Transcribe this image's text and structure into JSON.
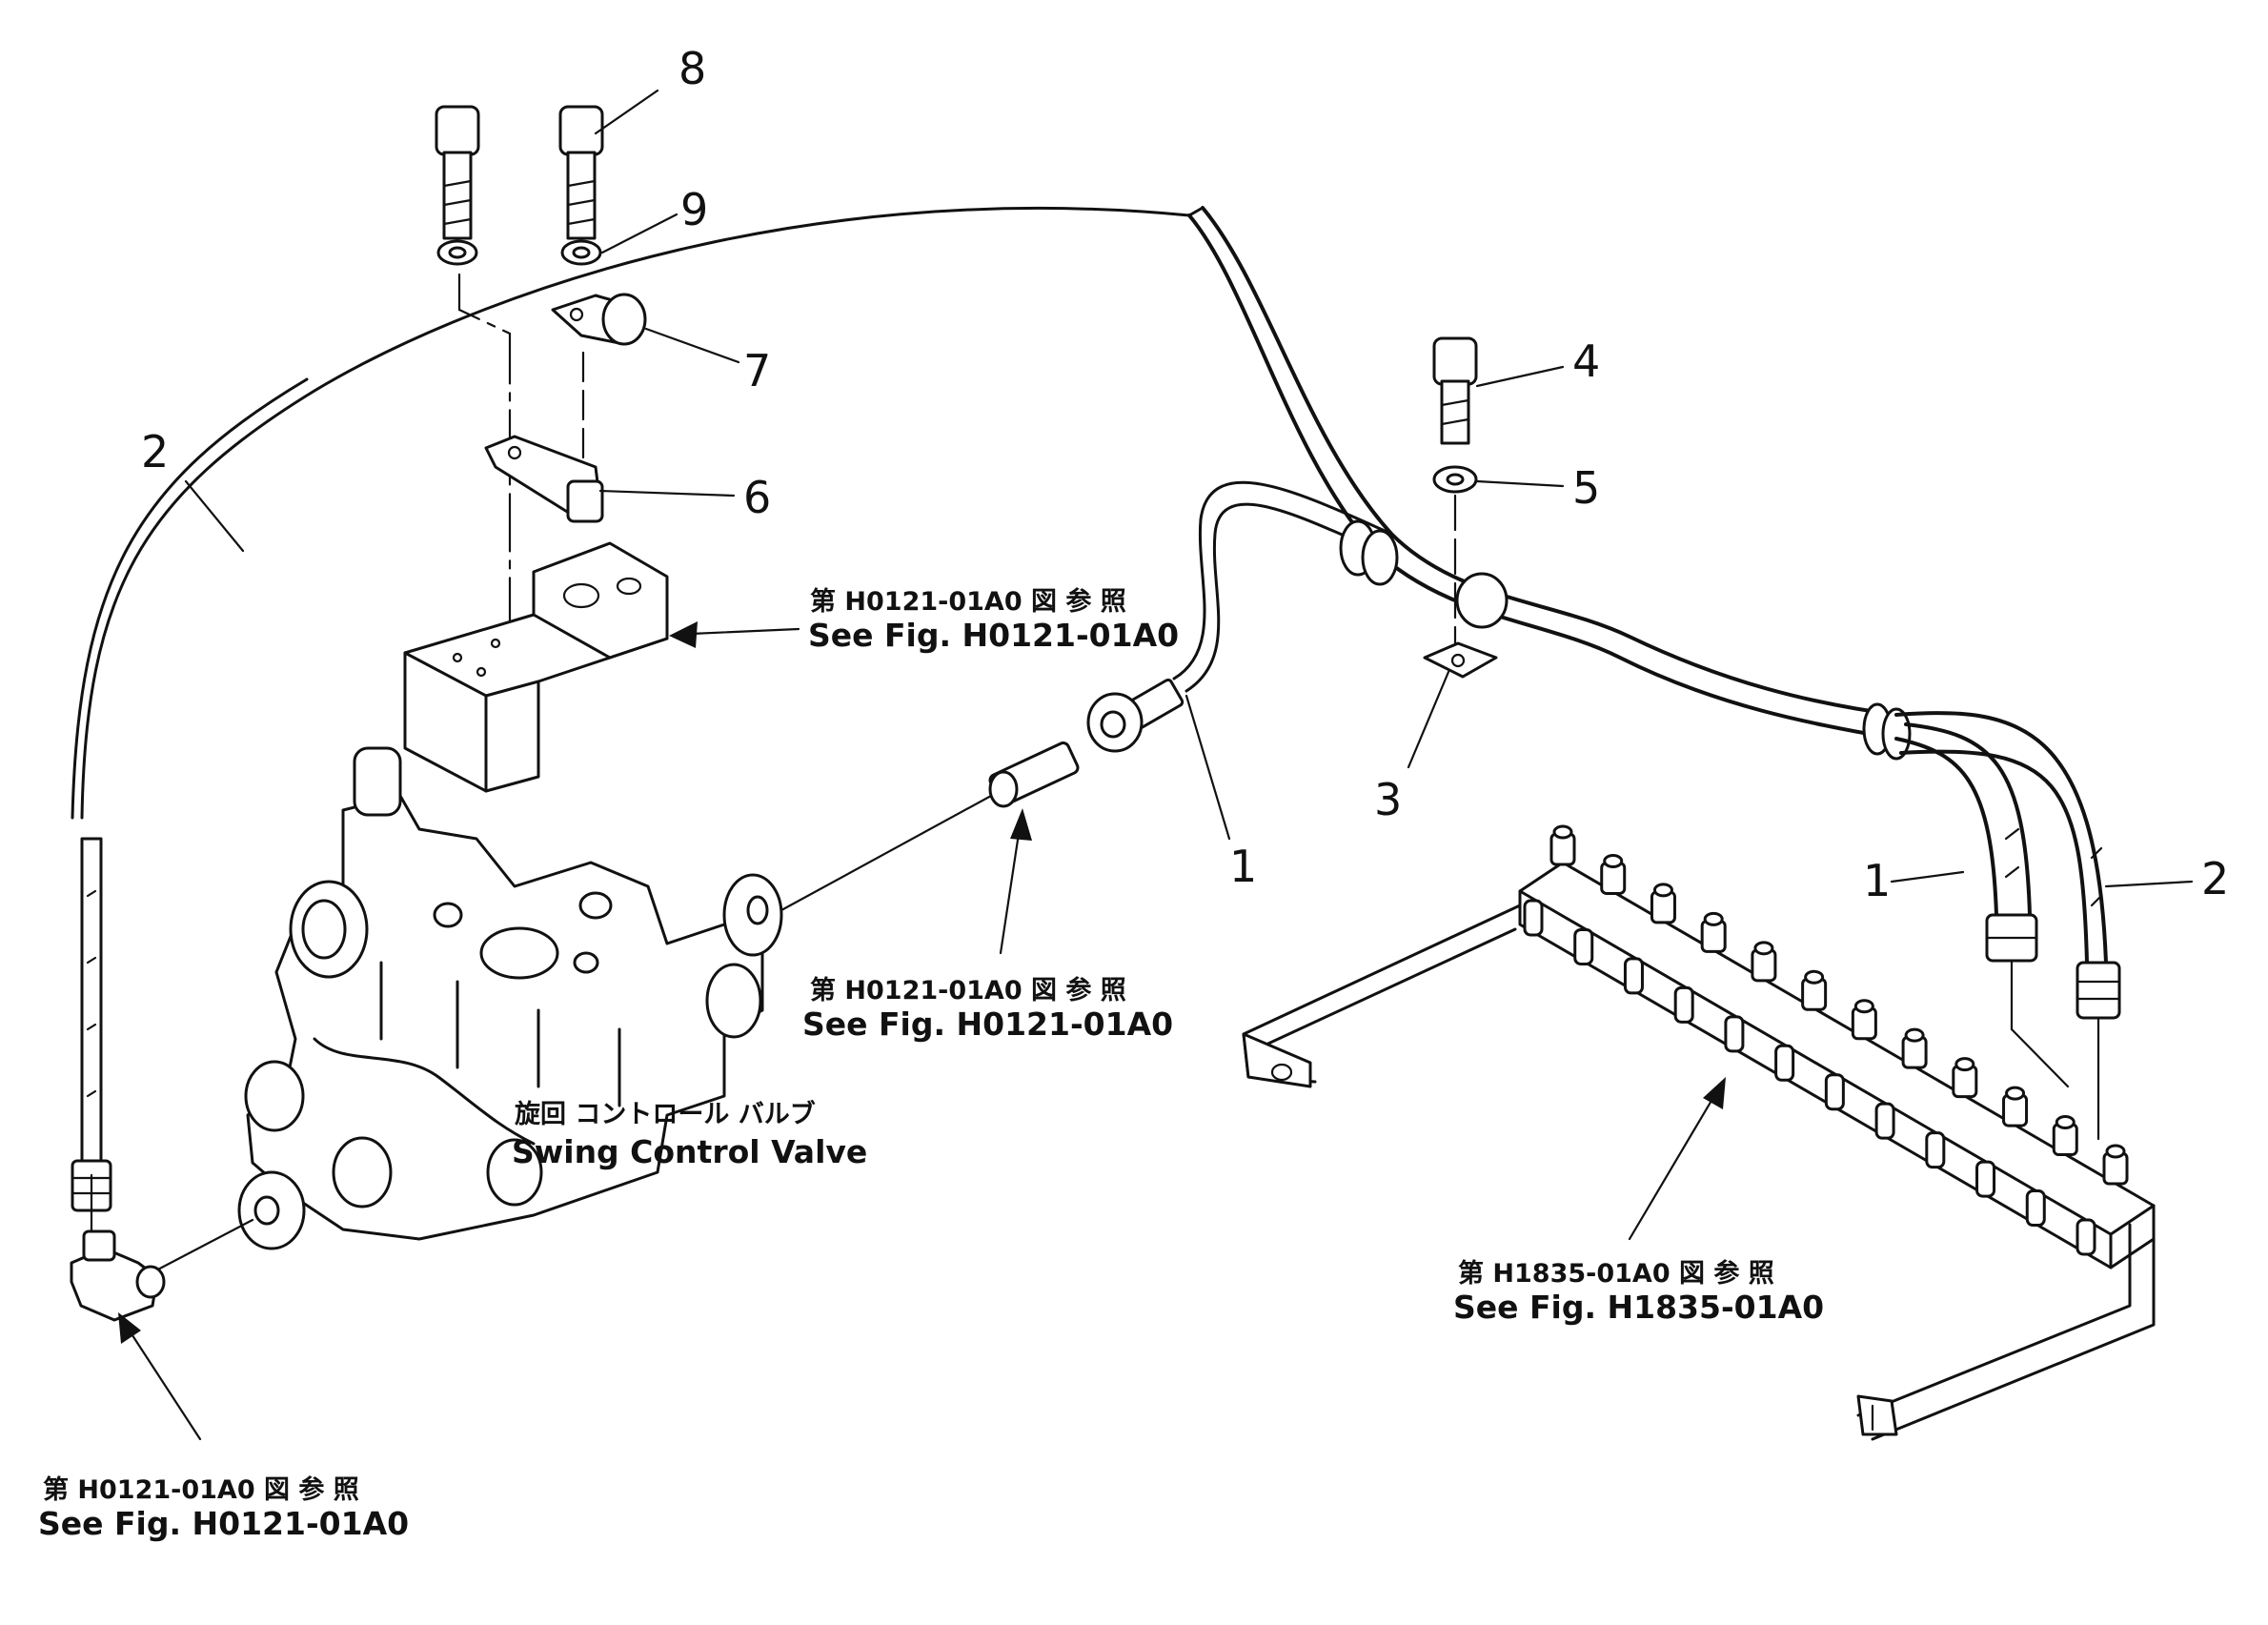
{
  "callouts": {
    "c1_valve_hose": "1",
    "c1_manifold_hose": "1",
    "c2_left_hose": "2",
    "c2_right_hose": "2",
    "c3": "3",
    "c4": "4",
    "c5": "5",
    "c6": "6",
    "c7": "7",
    "c8": "8",
    "c9": "9"
  },
  "references": {
    "solenoid": {
      "jp": "第 H0121-01A0 図 参 照",
      "en": "See Fig. H0121-01A0"
    },
    "elbow_fitting": {
      "jp": "第 H0121-01A0 図 参 照",
      "en": "See Fig. H0121-01A0"
    },
    "tee_fitting": {
      "jp": "第 H0121-01A0 図 参 照",
      "en": "See Fig. H0121-01A0"
    },
    "manifold": {
      "jp": "第 H1835-01A0 図 参 照",
      "en": "See Fig. H1835-01A0"
    }
  },
  "component_labels": {
    "swing_valve_jp": "旋回 コントロール バルブ",
    "swing_valve_en": "Swing Control Valve"
  },
  "colors": {
    "ink": "#111111",
    "paper": "#ffffff"
  }
}
